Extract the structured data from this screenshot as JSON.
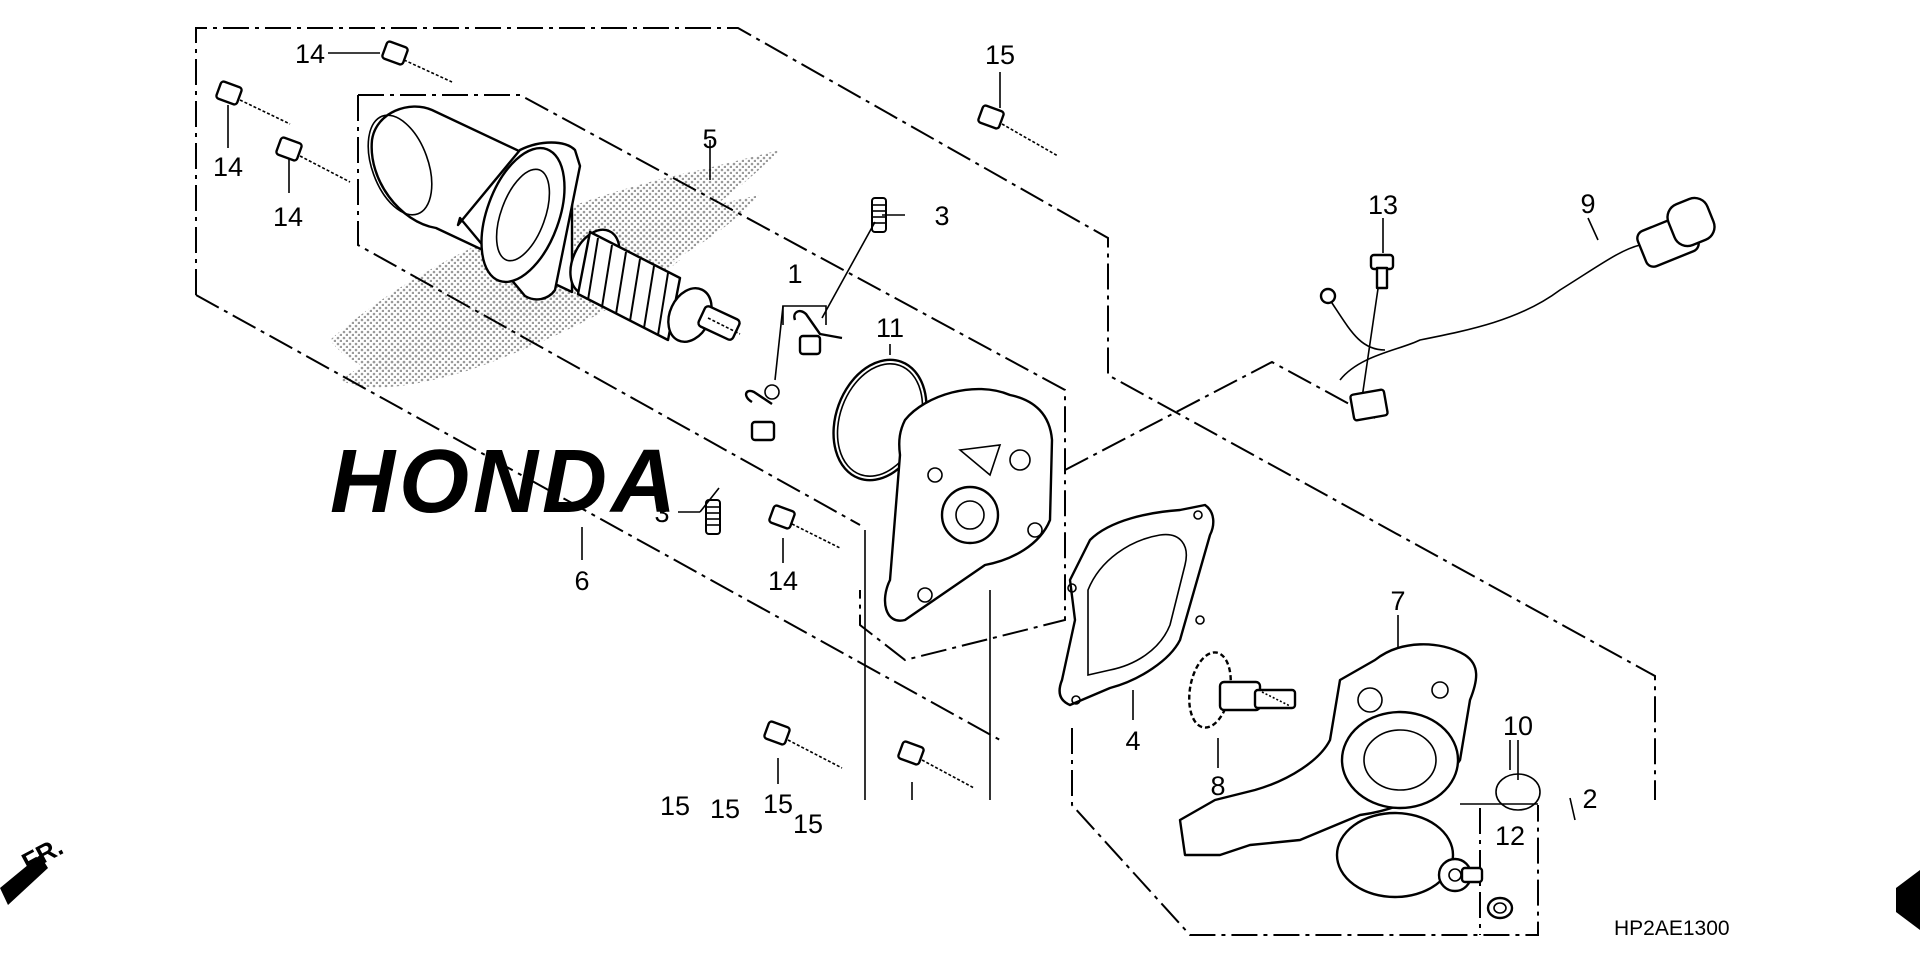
{
  "callouts": {
    "c1": "1",
    "c2": "2",
    "c3a": "3",
    "c3b": "3",
    "c4": "4",
    "c5": "5",
    "c6": "6",
    "c7": "7",
    "c8": "8",
    "c9": "9",
    "c10": "10",
    "c11": "11",
    "c12": "12",
    "c13": "13",
    "c14a": "14",
    "c14b": "14",
    "c14c": "14",
    "c14d": "14",
    "c15a": "15",
    "c15b": "15",
    "c15c": "15",
    "c15d": "15",
    "c15e": "15"
  },
  "diagram_code": "HP2AE1300",
  "direction_label": "FR.",
  "watermark": {
    "brand": "HONDA"
  },
  "colors": {
    "line": "#000000",
    "background": "#ffffff",
    "watermark": "#9a9a9a"
  }
}
